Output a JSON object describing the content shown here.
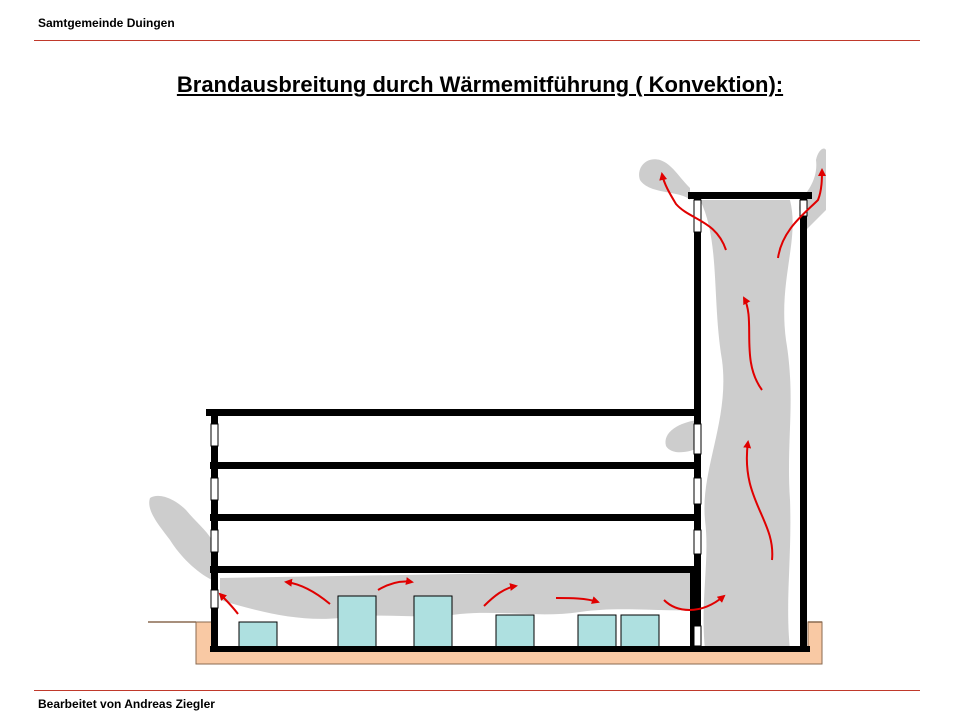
{
  "header": {
    "organization": "Samtgemeinde Duingen"
  },
  "title": "Brandausbreitung durch Wärmemitführung ( Konvektion):",
  "footer": {
    "author": "Bearbeitet  von Andreas Ziegler"
  },
  "colors": {
    "accent_rule": "#c0392b",
    "walls": "#000000",
    "smoke": "#c8c8c8",
    "arrows": "#e00000",
    "furniture": "#aee0e0",
    "ground": "#f9c9a4"
  }
}
